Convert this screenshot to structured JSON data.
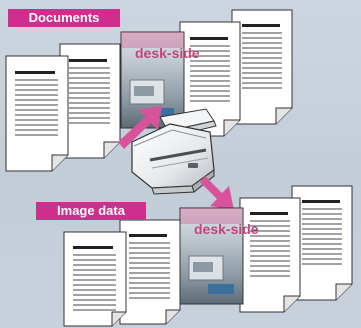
{
  "labels": {
    "documents": "Documents",
    "image_data": "Image data"
  },
  "poster_text": "desk-side",
  "colors": {
    "label_bg": "#cf2e8c",
    "arrow": "#d8539c",
    "background": "#c8d2dc"
  }
}
